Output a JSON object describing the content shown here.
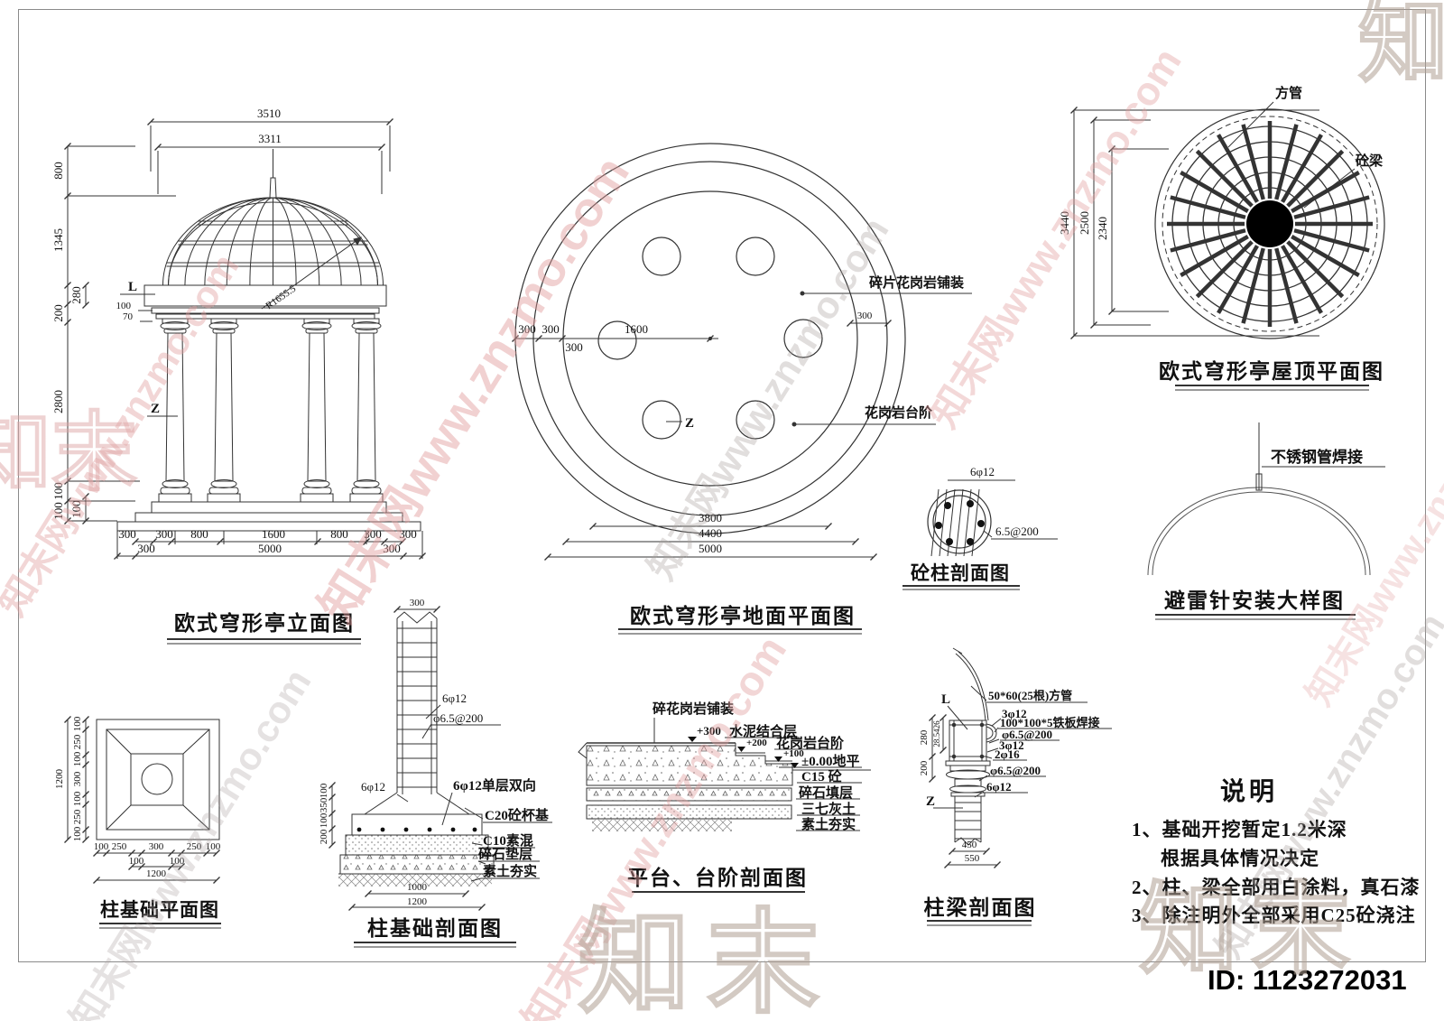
{
  "sheet": {
    "id": "ID: 1123272031",
    "watermark": "知末网www.znzmo.com",
    "logo": "知末"
  },
  "elevation": {
    "title": "欧式穹形亭立面图",
    "dim_top1": "3510",
    "dim_top2": "3311",
    "radius": "R1655.5",
    "mark_beam": "L",
    "mark_col": "Z",
    "dim_100": "100",
    "dim_70": "70",
    "left": [
      "800",
      "1345",
      "200",
      "2800",
      "100",
      "100"
    ],
    "left_inner": [
      "280",
      "100"
    ],
    "bottom1": [
      "300",
      "300",
      "800",
      "1600",
      "800",
      "300",
      "300"
    ],
    "bottom2": [
      "300",
      "5000",
      "300"
    ]
  },
  "ground_plan": {
    "title": "欧式穹形亭地面平面图",
    "dim_r1": "300",
    "dim_r2": "300",
    "dim_r3": "1600",
    "dim_r4": "300",
    "dim_col": "300",
    "label_paving": "碎片花岗岩铺装",
    "label_step": "花岗岩台阶",
    "mark_col": "Z",
    "bottom": [
      "3800",
      "4400",
      "5000"
    ]
  },
  "roof_plan": {
    "title": "欧式穹形亭屋顶平面图",
    "label_tube": "方管",
    "label_beam": "砼梁",
    "dims": [
      "3440",
      "2500",
      "2340"
    ]
  },
  "column_section": {
    "title": "砼柱剖面图",
    "rebar": "6φ12",
    "stirrup": "6.5@200"
  },
  "lightning": {
    "title": "避雷针安装大样图",
    "label": "不锈钢管焊接"
  },
  "foundation_plan": {
    "title": "柱基础平面图",
    "left": [
      "100",
      "250",
      "100",
      "300",
      "100",
      "250",
      "100"
    ],
    "left_total": "1200",
    "bottom1": [
      "100",
      "250",
      "300",
      "250",
      "100"
    ],
    "bottom2": [
      "100",
      "100"
    ],
    "bottom_total": "1200"
  },
  "foundation_section": {
    "title": "柱基础剖面图",
    "dim_top": "300",
    "rebar_left": "6φ12",
    "labels": [
      "6φ12",
      "φ6.5@200",
      "6φ12单层双向",
      "C20砼杯基",
      "C10素混",
      "碎石垫层",
      "素土夯实"
    ],
    "left": [
      "100",
      "350",
      "100",
      "200"
    ],
    "bottom": [
      "1000",
      "1200"
    ]
  },
  "platform_section": {
    "title": "平台、台阶剖面图",
    "paving": "碎花岗岩铺装",
    "lv300": "+300",
    "cement": "水泥结合层",
    "lv200": "+200",
    "step": "花岗岩台阶",
    "lv100": "+100",
    "ground": "±0.00地平",
    "c15": "C15 砼",
    "gravel": "碎石填层",
    "lime": "三七灰土",
    "soil": "素土夯实"
  },
  "beam_section": {
    "title": "柱梁剖面图",
    "mark_beam": "L",
    "mark_col": "Z",
    "tube": "50*60(25根)方管",
    "labels": [
      "3φ12",
      "100*100*5铁板焊接",
      "φ6.5@200",
      "3φ12",
      "2φ16",
      "φ6.5@200",
      "6φ12"
    ],
    "left": [
      "280",
      "28.5426",
      "200"
    ],
    "bottom": [
      "450",
      "550"
    ]
  },
  "notes": {
    "title": "说明",
    "items": [
      "1、基础开挖暂定1.2米深",
      "根据具体情况决定",
      "2、柱、梁全部用白涂料，真石漆",
      "3、除注明外全部采用C25砼浇注"
    ]
  }
}
